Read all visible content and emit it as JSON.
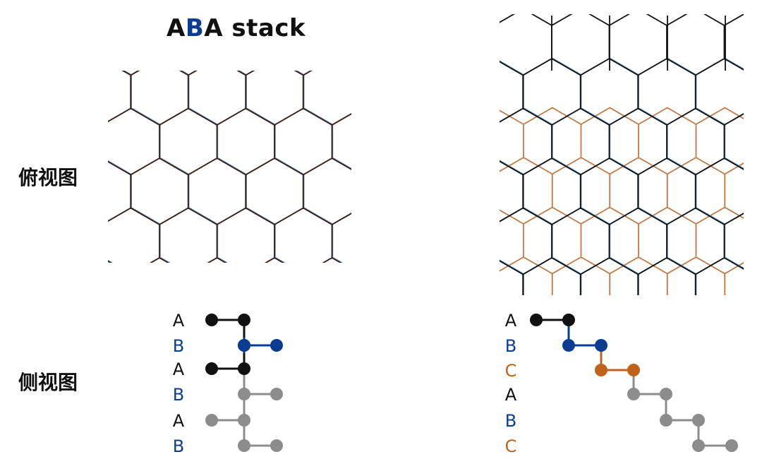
{
  "title": {
    "part1": "A",
    "part2": "B",
    "part3": "A stack"
  },
  "labels": {
    "top_view": "俯视图",
    "side_view": "侧视图"
  },
  "left_stack": [
    "A",
    "B",
    "A",
    "B",
    "A",
    "B"
  ],
  "right_stack": [
    "A",
    "B",
    "C",
    "A",
    "B",
    "C"
  ],
  "colors": {
    "A": "#111111",
    "A_left": "#3a1d10",
    "B": "#0a3d91",
    "B_lattice": "#4a86c2",
    "C": "#c0621c",
    "C_lattice": "#c07a48",
    "inactive": "#8c8c8c"
  }
}
